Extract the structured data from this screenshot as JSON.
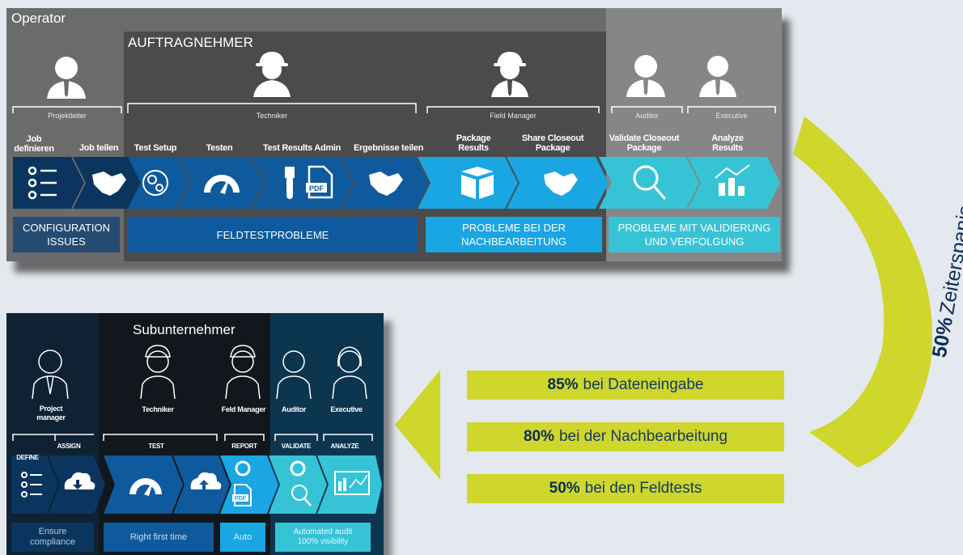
{
  "top": {
    "operator_title": "Operator",
    "contractor_title": "AUFTRAGNEHMER",
    "roles": [
      {
        "label": "Projektleiter"
      },
      {
        "label": "Techniker"
      },
      {
        "label": "Field Manager"
      },
      {
        "label": "Auditor"
      },
      {
        "label": "Executive"
      }
    ],
    "steps": [
      {
        "label": "Job definieren"
      },
      {
        "label": "Job teilen"
      },
      {
        "label": "Test Setup"
      },
      {
        "label": "Testen"
      },
      {
        "label": "Test Results Admin"
      },
      {
        "label": "Ergebnisse teilen"
      },
      {
        "label": "Package Results"
      },
      {
        "label": "Share Closeout Package"
      },
      {
        "label": "Validate Closeout Package"
      },
      {
        "label": "Analyze Results"
      }
    ],
    "problems": [
      {
        "label": "CONFIGURATION ISSUES"
      },
      {
        "label": "FELDTESTPROBLEME"
      },
      {
        "label": "PROBLEME BEI DER NACHBEARBEITUNG"
      },
      {
        "label": "PROBLEME MIT VALIDIERUNG UND VERFOLGUNG"
      }
    ],
    "pdf_text": "PDF",
    "colors": {
      "dark_blue": "#0d3b66",
      "mid_blue": "#0f5a9c",
      "light_blue": "#1aa5e3",
      "teal": "#37c3d6"
    }
  },
  "arc_label": {
    "percent": "50%",
    "text": "Zeiterspanis"
  },
  "savings": [
    {
      "percent": "85%",
      "text": "bei Dateneingabe"
    },
    {
      "percent": "80%",
      "text": "bei der Nachbearbeitung"
    },
    {
      "percent": "50%",
      "text": "bei den Feldtests"
    }
  ],
  "bottom": {
    "sub_title": "Subunternehmer",
    "roles": [
      {
        "label": "Project manager"
      },
      {
        "label": "Techniker"
      },
      {
        "label": "Feld Manager"
      },
      {
        "label": "Auditor"
      },
      {
        "label": "Executive"
      }
    ],
    "phases": [
      "DEFINE",
      "ASSIGN",
      "TEST",
      "REPORT",
      "VALIDATE",
      "ANALYZE"
    ],
    "outcomes": [
      {
        "label": "Ensure compliance"
      },
      {
        "label": "Right first time"
      },
      {
        "label": "Auto"
      },
      {
        "label": "Automated audit 100% visibility"
      }
    ],
    "pdf_text": "PDF"
  }
}
